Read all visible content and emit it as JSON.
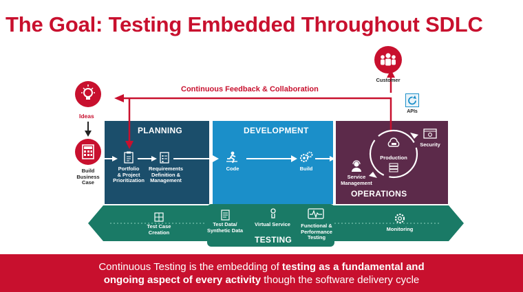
{
  "title": "The Goal: Testing Embedded Throughout SDLC",
  "feedback_label": "Continuous Feedback & Collaboration",
  "left": {
    "ideas_label": "Ideas",
    "build_case_label": "Build\nBusiness\nCase"
  },
  "right": {
    "customer_label": "Customer",
    "apis_label": "APIs"
  },
  "phases": {
    "planning": {
      "title": "PLANNING",
      "items": [
        "Portfolio\n& Project\nPrioritization",
        "Requirements\nDefinition &\nManagement"
      ]
    },
    "development": {
      "title": "DEVELOPMENT",
      "items": [
        "Code",
        "Build"
      ]
    },
    "operations": {
      "title": "OPERATIONS",
      "items": [
        "Production",
        "Security",
        "Service\nManagement"
      ]
    }
  },
  "testing": {
    "title": "TESTING",
    "items": [
      "Test Case\nCreation",
      "Test Data/\nSynthetic Data",
      "Virtual Service",
      "Functional &\nPerformance\nTesting",
      "Monitoring"
    ]
  },
  "footer": {
    "line1_normal": "Continuous Testing is the embedding of ",
    "line1_bold": "testing as a fundamental and",
    "line2_bold": "ongoing aspect of every activity",
    "line2_normal": " though the software delivery cycle"
  },
  "colors": {
    "brand_red": "#c8102e",
    "planning": "#1b4e6b",
    "development": "#1b8fc9",
    "operations": "#5c2a4a",
    "testing": "#1a7a66"
  }
}
